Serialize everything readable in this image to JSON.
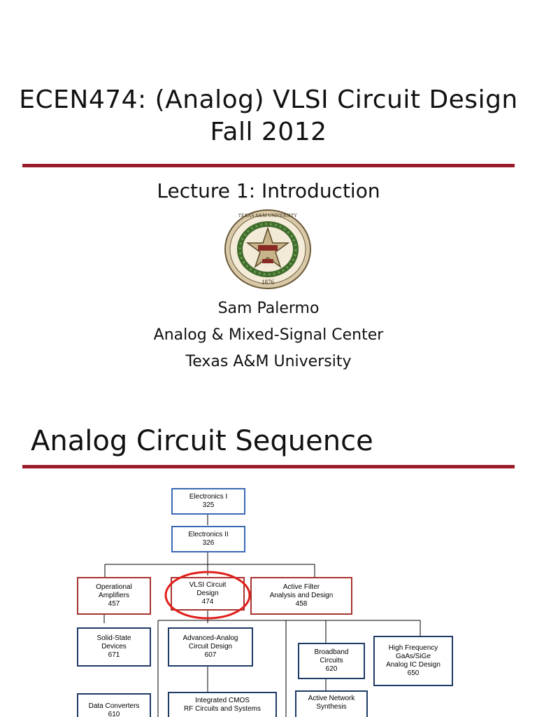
{
  "slide1": {
    "title_line1": "ECEN474: (Analog) VLSI Circuit Design",
    "title_line2": "Fall 2012",
    "lecture": "Lecture 1: Introduction",
    "seal": {
      "icon": "tamu-seal-icon",
      "year": "1876",
      "ring_text": "TEXAS A&M UNIVERSITY"
    },
    "author": "Sam Palermo",
    "center": "Analog & Mixed-Signal Center",
    "university": "Texas A&M University",
    "rule_color": "#9a1c2b"
  },
  "slide2": {
    "title": "Analog Circuit Sequence",
    "courses": {
      "electronics1": {
        "name": "Electronics I",
        "number": "325"
      },
      "electronics2": {
        "name": "Electronics II",
        "number": "326"
      },
      "opamps": {
        "line1": "Operational",
        "line2": "Amplifiers",
        "number": "457"
      },
      "vlsi": {
        "line1": "VLSI Circuit",
        "line2": "Design",
        "number": "474"
      },
      "active_filter": {
        "line1": "Active Filter",
        "line2": "Analysis and Design",
        "number": "458"
      },
      "solid_state": {
        "line1": "Solid-State",
        "line2": "Devices",
        "number": "671"
      },
      "advanced_analog": {
        "line1": "Advanced-Analog",
        "line2": "Circuit Design",
        "number": "607"
      },
      "broadband": {
        "line1": "Broadband",
        "line2": "Circuits",
        "number": "620"
      },
      "high_freq": {
        "line1": "High Frequency",
        "line2": "GaAs/SiGe",
        "line3": "Analog IC Design",
        "number": "650"
      },
      "data_converters": {
        "name": "Data Converters",
        "number": "610"
      },
      "integrated_cmos": {
        "line1": "Integrated CMOS",
        "line2": "RF Circuits and Systems"
      },
      "active_network": {
        "line1": "Active Network",
        "line2": "Synthesis"
      }
    },
    "highlight_color": "#e0201b"
  }
}
